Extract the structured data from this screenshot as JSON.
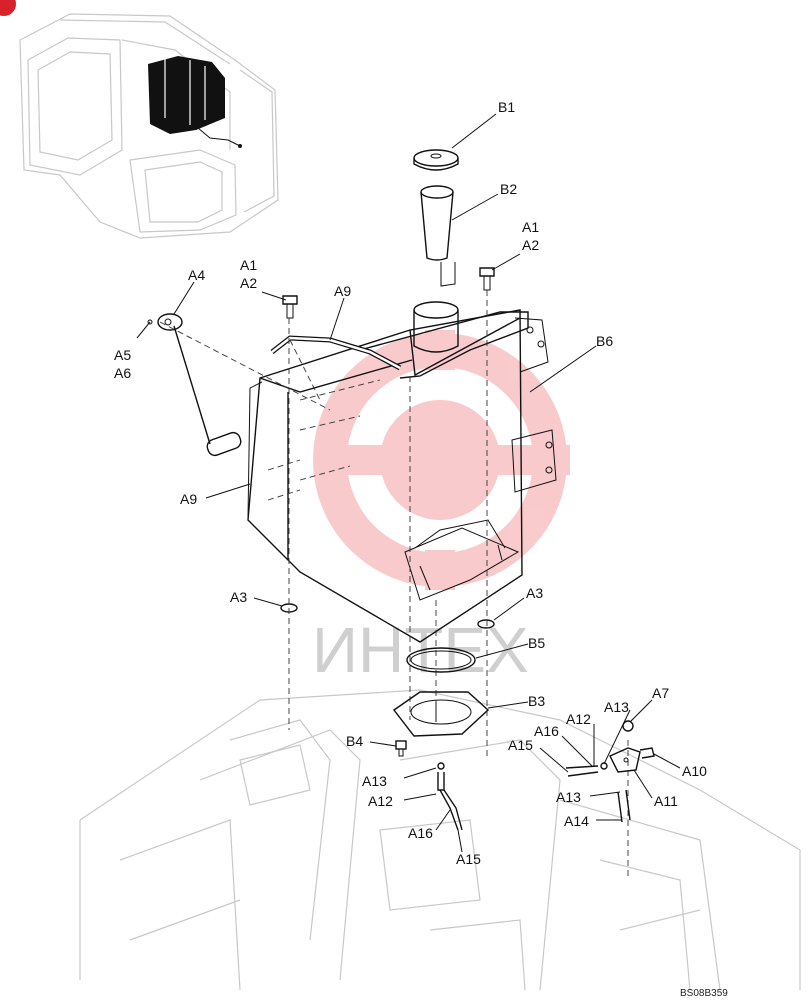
{
  "labels": {
    "b1": "B1",
    "b2": "B2",
    "b3": "B3",
    "b4": "B4",
    "b5": "B5",
    "b6": "B6",
    "a1_top": "A1",
    "a2_top": "A2",
    "a1_left": "A1",
    "a2_left": "A2",
    "a3_left": "A3",
    "a3_right": "A3",
    "a4": "A4",
    "a5": "A5",
    "a6": "A6",
    "a7": "A7",
    "a9_top": "A9",
    "a9_left": "A9",
    "a10": "A10",
    "a11": "A11",
    "a12_left": "A12",
    "a12_right": "A12",
    "a13_left": "A13",
    "a13_right_top": "A13",
    "a13_right_bottom": "A13",
    "a14": "A14",
    "a15_left": "A15",
    "a15_right": "A15",
    "a16_left": "A16",
    "a16_right": "A16"
  },
  "watermark": "ИНТЕХ",
  "drawing_code": "BS08B359",
  "colors": {
    "watermark_logo": "#e8454b",
    "ink": "#111111",
    "ghost": "#c8c8c8",
    "highlight": "#000000"
  }
}
